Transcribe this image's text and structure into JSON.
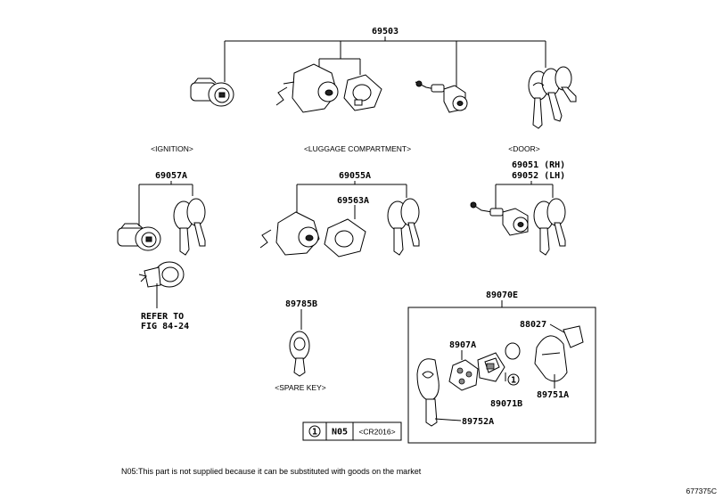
{
  "parts": {
    "top_set": "69503",
    "ignition_set": "69057A",
    "luggage_set": "69055A",
    "luggage_sub": "69563A",
    "door_rh": "69051 (RH)",
    "door_lh": "69052 (LH)",
    "spare_key": "89785B",
    "keyless_set": "89070E",
    "p88027": "88027",
    "p89751A": "89751A",
    "p8907A": "8907A",
    "p89071B": "89071B",
    "p89752A": "89752A"
  },
  "sections": {
    "ignition": "<IGNITION>",
    "luggage": "<LUGGAGE COMPARTMENT>",
    "door": "<DOOR>",
    "spare": "<SPARE KEY>"
  },
  "refer": {
    "line1": "REFER TO",
    "line2": "FIG 84-24"
  },
  "legend": {
    "mark": "1",
    "code": "N05",
    "battery": "<CR2016>"
  },
  "footnote": "N05:This part is not supplied because it can be substituted with goods on the market",
  "figure_code": "677375C"
}
